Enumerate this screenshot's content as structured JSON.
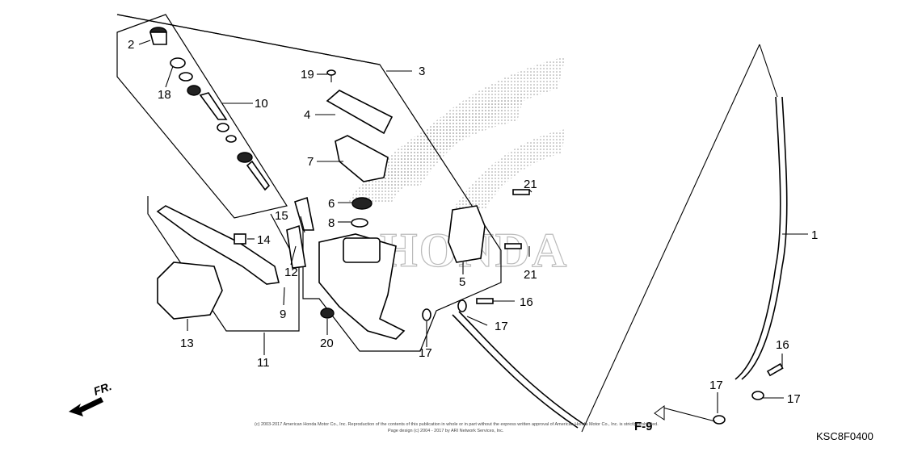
{
  "diagram": {
    "reference_code": "KSC8F0400",
    "direction_label": "FR.",
    "figure_reference": "F-9",
    "watermark": "HONDA",
    "copyright_line1": "(c) 2003-2017 American Honda Motor Co., Inc. Reproduction of the contents of this publication in whole or in part without the express written approval of American Honda Motor Co., Inc. is strictly prohibited.",
    "copyright_line2": "Page design (c) 2004 - 2017 by ARI Network Services, Inc.",
    "callouts": {
      "c1": "1",
      "c2": "2",
      "c3": "3",
      "c4": "4",
      "c5": "5",
      "c6": "6",
      "c7": "7",
      "c8": "8",
      "c9": "9",
      "c10": "10",
      "c11": "11",
      "c12": "12",
      "c13": "13",
      "c14": "14",
      "c15": "15",
      "c16a": "16",
      "c16b": "16",
      "c17a": "17",
      "c17b": "17",
      "c17c": "17",
      "c17d": "17",
      "c18": "18",
      "c19": "19",
      "c20": "20",
      "c21a": "21",
      "c21b": "21"
    },
    "colors": {
      "ink": "#000000",
      "watermark": "#bbbbbb"
    }
  }
}
